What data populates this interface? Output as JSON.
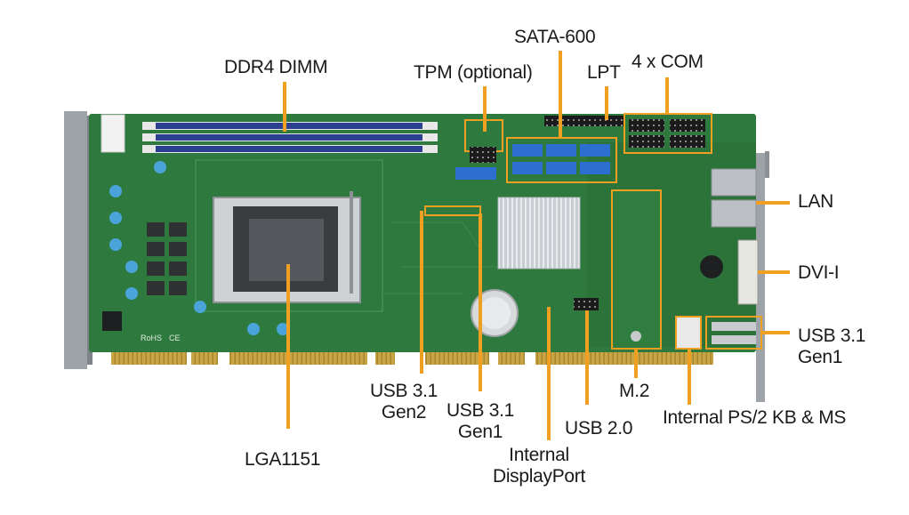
{
  "colors": {
    "accent": "#f0a020",
    "pcb": "#2e7a3e",
    "pcb_dark": "#23612f",
    "gold_fingers": "#c9a545",
    "bracket": "#9da3a8",
    "dimm_blue": "#2a3f8f",
    "sata_blue": "#2d6fd0"
  },
  "labels": {
    "ddr4": "DDR4 DIMM",
    "tpm": "TPM (optional)",
    "sata": "SATA-600",
    "lpt": "LPT",
    "com": "4 x COM",
    "lan": "LAN",
    "dvi": "DVI-I",
    "usb31_gen1_right_1": "USB 3.1",
    "usb31_gen1_right_2": "Gen1",
    "ps2": "Internal PS/2 KB & MS",
    "m2": "M.2",
    "usb20": "USB 2.0",
    "displayport_1": "Internal",
    "displayport_2": "DisplayPort",
    "usb31_gen1_mid_1": "USB 3.1",
    "usb31_gen1_mid_2": "Gen1",
    "usb31_gen2_1": "USB 3.1",
    "usb31_gen2_2": "Gen2",
    "lga": "LGA1151"
  },
  "board_marks": {
    "rohs": "RoHS",
    "ce": "CE"
  }
}
